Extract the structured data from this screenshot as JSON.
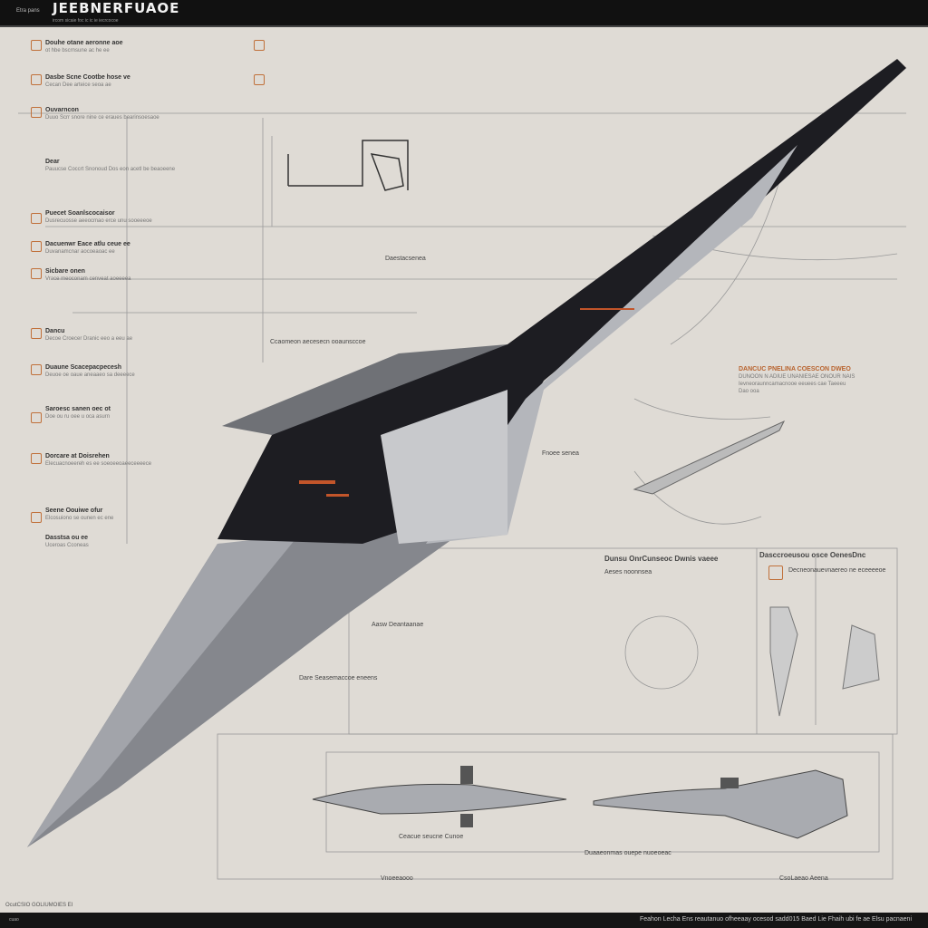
{
  "header": {
    "small_label": "Etra pans",
    "title": "JEEBNERFUAOE",
    "subtitle": "ircom sicaie foc ic ic ie iecrcocoe"
  },
  "footer": {
    "left_label": "cuao",
    "right_text": "Feahon Lecha Ens reautanuo ofheeaay ocesod sadd015 Baed Lie Fhaih ubi fe ae Elsu pacnaeni",
    "bottom_left_caption": "OcutCSIO GOLIUMOIES EI"
  },
  "colors": {
    "background": "#dfdbd5",
    "bars": "#111111",
    "accent": "#c0703a",
    "hull_dark": "#1b1b20",
    "hull_light": "#8e9096"
  },
  "left_annotations": [
    {
      "title": "Douhe otane aeronne aoe",
      "body": "ot hbe bscrnsune ac he ee"
    },
    {
      "title": "Dasbe Scne Cootbe hose ve",
      "body": "Cecan Dee arteice seoa ae"
    },
    {
      "title": "Ouvarncon",
      "body": "Duuo Scrr snore nine ce eraues bearinsoesaoe"
    },
    {
      "title": "Dear",
      "body": "Pauucse Coccrt Snonoud Dos eon acetl be beaoeene"
    },
    {
      "title": "Puecet Soanlscocaisor",
      "body": "Dusrecuosse aeeocmao erce unu sooeeeoe"
    },
    {
      "title": "Dacuenwr Eace atlu ceue ee",
      "body": "Duvanamcnar aocoeaoac ee"
    },
    {
      "title": "Sicbare onen",
      "body": "Vrace meoconam cenveat aoeeeea"
    },
    {
      "title": "Dancu",
      "body": "Decoe Croecer Dranic eeo a eeu ae"
    },
    {
      "title": "Duaune Scacepacpecesh",
      "body": "Deuoe oe oaue aneaaeo sa deeeece"
    },
    {
      "title": "Saroesc sanen oec ot",
      "body": "Doe ou ru oee u oca asurn"
    },
    {
      "title": "Dorcare at Doisrehen",
      "body": "Elecuacnoeereh es ee soeoeeoaeeceeeece"
    },
    {
      "title": "Seene Oouiwe ofur",
      "body": "Elcosuiono se ounen ec ene"
    },
    {
      "title": "Dasstsa ou ee",
      "body": "Uceroas Cconeas"
    }
  ],
  "center_annotations": [
    {
      "text": "Daestacsenea"
    },
    {
      "text": "Ccaomeon aecesecn ooaunsccoe"
    },
    {
      "text": "Aasw Deantaanae"
    },
    {
      "text": "Dare Seasemaccoe eneens"
    },
    {
      "text": "Fnoee senea"
    }
  ],
  "right_annotation": {
    "title": "DANCUC PNELINA COESCON DWEO",
    "body": "DUNOON N ADIUE UNANIESAE ONOUR NAIS",
    "note": "Ievneoraunncamacnooe eeuees cae Taeeeu",
    "sub": "Dao ooa"
  },
  "detail_panel": {
    "left_title": "Dunsu OnrCunseoc Dwnis vaeee",
    "left_body": "Aeses noonnsea",
    "right_title": "Dasccroeusou osce OenesDnc",
    "right_body": "Decneonauevnaereo ne eceeeeoe"
  },
  "side_views": {
    "caption_left": "Ceacue seucne Cunoe",
    "caption_right": "Duaaeonmas ouepe nuoeoeac",
    "bottom_mid": "Vnoeeaooo",
    "bottom_right": "CsoLaeao Aeena"
  }
}
